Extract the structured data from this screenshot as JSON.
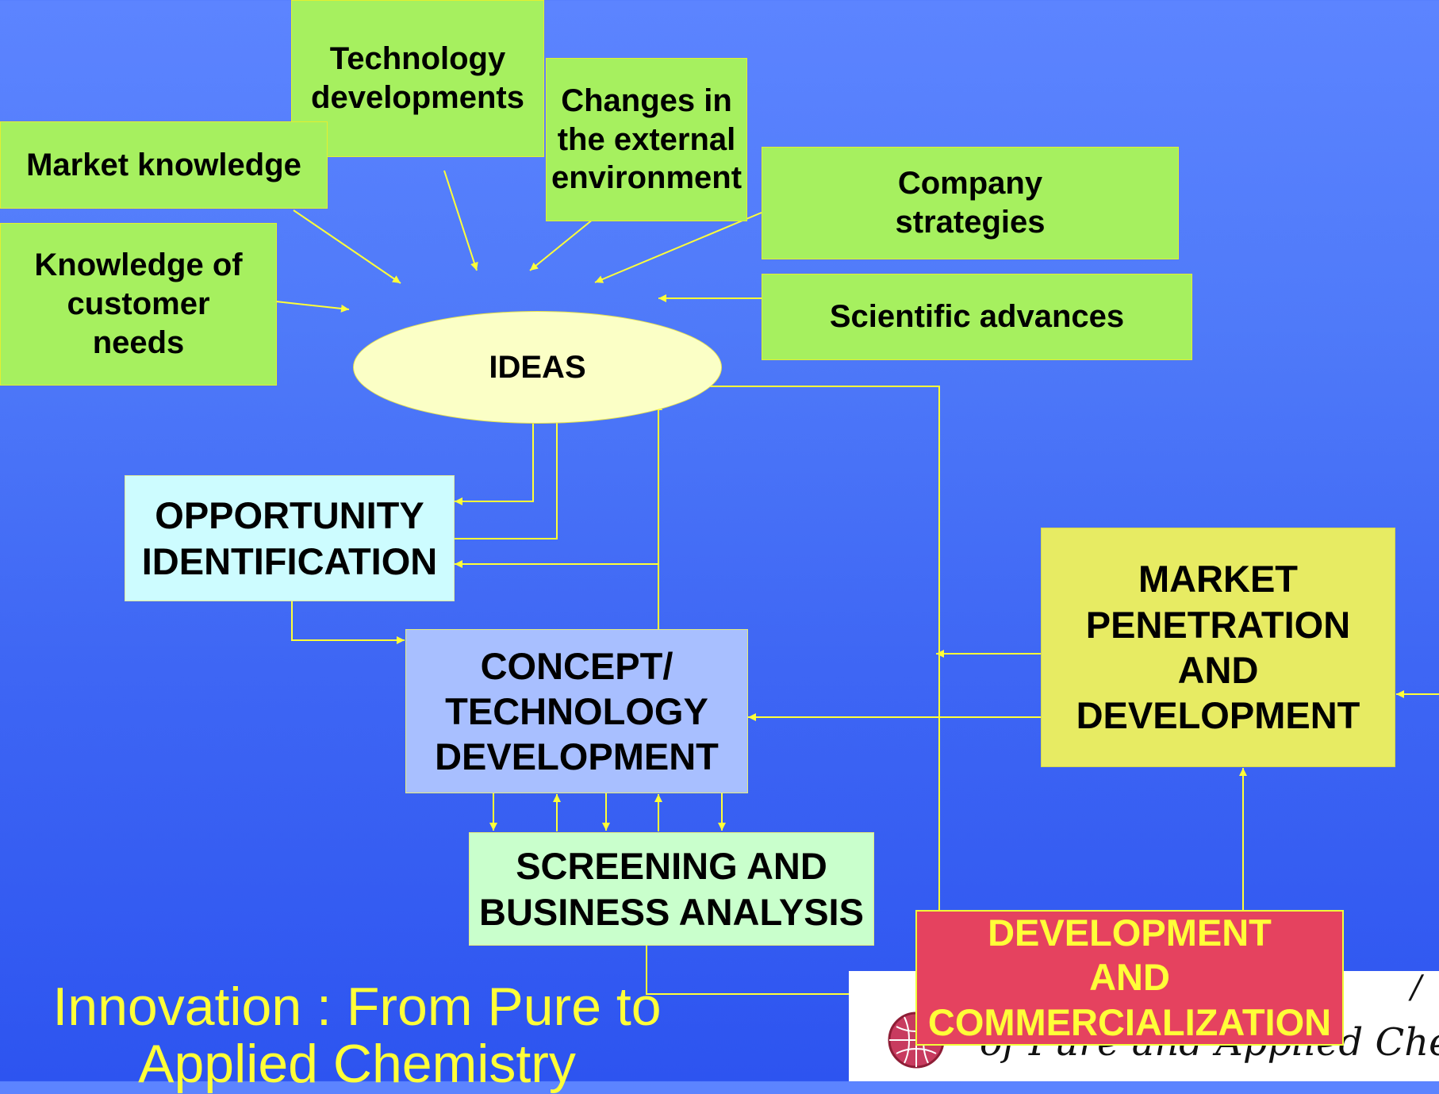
{
  "diagram": {
    "title": "Innovation : From Pure to\nApplied Chemistry",
    "inputs": {
      "technology_developments": "Technology\ndevelopments",
      "market_knowledge": "Market knowledge",
      "customer_needs": "Knowledge of\ncustomer\nneeds",
      "external_environment": "Changes in\nthe external\nenvironment",
      "company_strategies": "Company\nstrategies",
      "scientific_advances": "Scientific advances"
    },
    "ideas": "IDEAS",
    "stages": {
      "opportunity_identification": "OPPORTUNITY\nIDENTIFICATION",
      "concept_technology_development": "CONCEPT/\nTECHNOLOGY\nDEVELOPMENT",
      "screening_business_analysis": "SCREENING AND\nBUSINESS ANALYSIS",
      "market_penetration_development": "MARKET\nPENETRATION\nAND\nDEVELOPMENT",
      "development_commercialization": "DEVELOPMENT\nAND\nCOMMERCIALIZATION"
    },
    "logo": {
      "text": "of Pure and Applied Chemistr",
      "fragment": "/"
    }
  },
  "colors": {
    "background_top": "#5c84ff",
    "background_bottom": "#2d54f0",
    "input_box": "#a6f05f",
    "ideas_oval": "#fbffc6",
    "opportunity": "#cdfcff",
    "concept": "#a8bfff",
    "screening": "#c9ffcc",
    "market": "#e7eb63",
    "development": "#e5425f",
    "arrow": "#ffff38",
    "title": "#ffff38"
  }
}
